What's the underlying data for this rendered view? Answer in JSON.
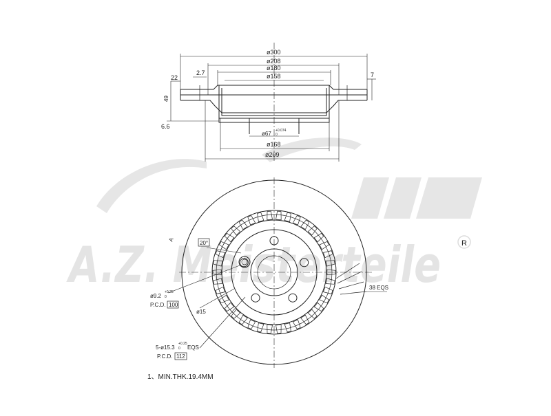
{
  "watermark": {
    "brand": "A.Z. Meisterteile",
    "registered_mark": "R"
  },
  "section_view": {
    "dims": {
      "d300": "ø300",
      "d208": "ø208",
      "d180": "ø180",
      "d158": "ø158",
      "d67": "ø67",
      "d67_tol_upper": "+0.074",
      "d67_tol_lower": "0",
      "d168": "ø168",
      "d209": "ø209",
      "t22": "22",
      "t2_7": "2.7",
      "t7": "7",
      "t49": "49",
      "t6_6": "6.6"
    }
  },
  "front_view": {
    "angle": "20°",
    "hole_small": "ø9.2",
    "hole_small_tol_upper": "+0.25",
    "hole_small_tol_lower": "0",
    "pcd_label_1": "P.C.D.",
    "pcd_value_1": "100",
    "d15": "ø15",
    "bolt_holes_prefix": "5-ø15.3",
    "bolt_holes_tol_upper": "+0.25",
    "bolt_holes_tol_lower": "0",
    "bolt_holes_suffix": "EQS",
    "pcd_label_2": "P.C.D.",
    "pcd_value_2": "112",
    "vanes": "38 EQS",
    "section_mark": "A"
  },
  "note": "1、MIN.THK.19.4MM"
}
